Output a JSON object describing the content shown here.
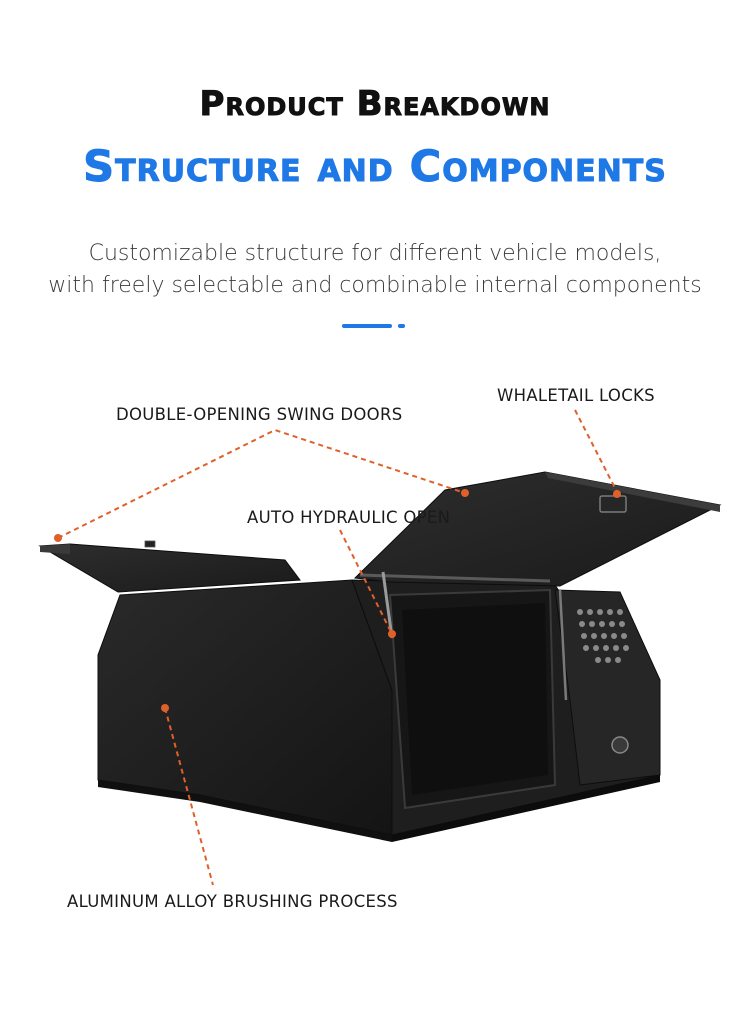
{
  "header": {
    "title": "Product Breakdown",
    "subtitle": "Structure and Components",
    "description_line1": "Customizable structure for different vehicle models,",
    "description_line2": "with freely selectable and combinable internal components"
  },
  "callouts": {
    "swing_doors": "DOUBLE-OPENING SWING DOORS",
    "whaletail_locks": "WHALETAIL LOCKS",
    "hydraulic": "AUTO HYDRAULIC OPEN",
    "finish": "ALUMINUM ALLOY BRUSHING PROCESS"
  },
  "colors": {
    "accent_blue": "#1e78e6",
    "callout_orange": "#e0602a",
    "box_black": "#1c1c1c"
  }
}
